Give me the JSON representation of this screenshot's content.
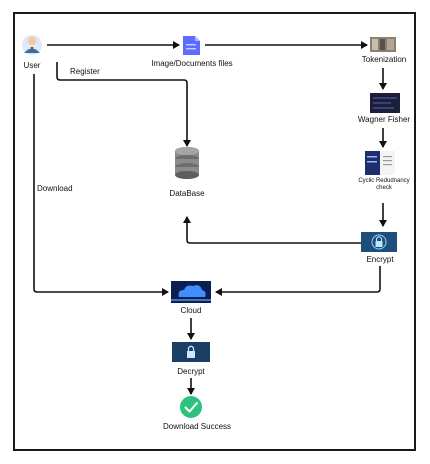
{
  "nodes": {
    "user": "User",
    "image_docs": "Image/Documents files",
    "tokenization": "Tokenization",
    "wagner_fisher": "Wagner Fisher",
    "crc": "Cyclic Redudnancy check",
    "encrypt": "Encrypt",
    "database": "DataBase",
    "cloud": "Cloud",
    "decrypt": "Decrypt",
    "download_success": "Download Success"
  },
  "edges": {
    "register": "Register",
    "download": "Download"
  },
  "colors": {
    "line": "#111111",
    "success": "#2ec27e",
    "image_docs": "#5b6cff",
    "dark_thumb": "#1c1f3a",
    "cyber": "#1e4f7a"
  },
  "icons": {
    "user": "user-avatar-icon",
    "image_docs": "document-icon",
    "tokenization": "tokenization-icon",
    "wagner_fisher": "wagner-fisher-icon",
    "crc": "crc-icon",
    "encrypt": "encrypt-lock-icon",
    "database": "database-icon",
    "cloud": "cloud-icon",
    "decrypt": "decrypt-lock-icon",
    "download_success": "checkmark-icon"
  }
}
